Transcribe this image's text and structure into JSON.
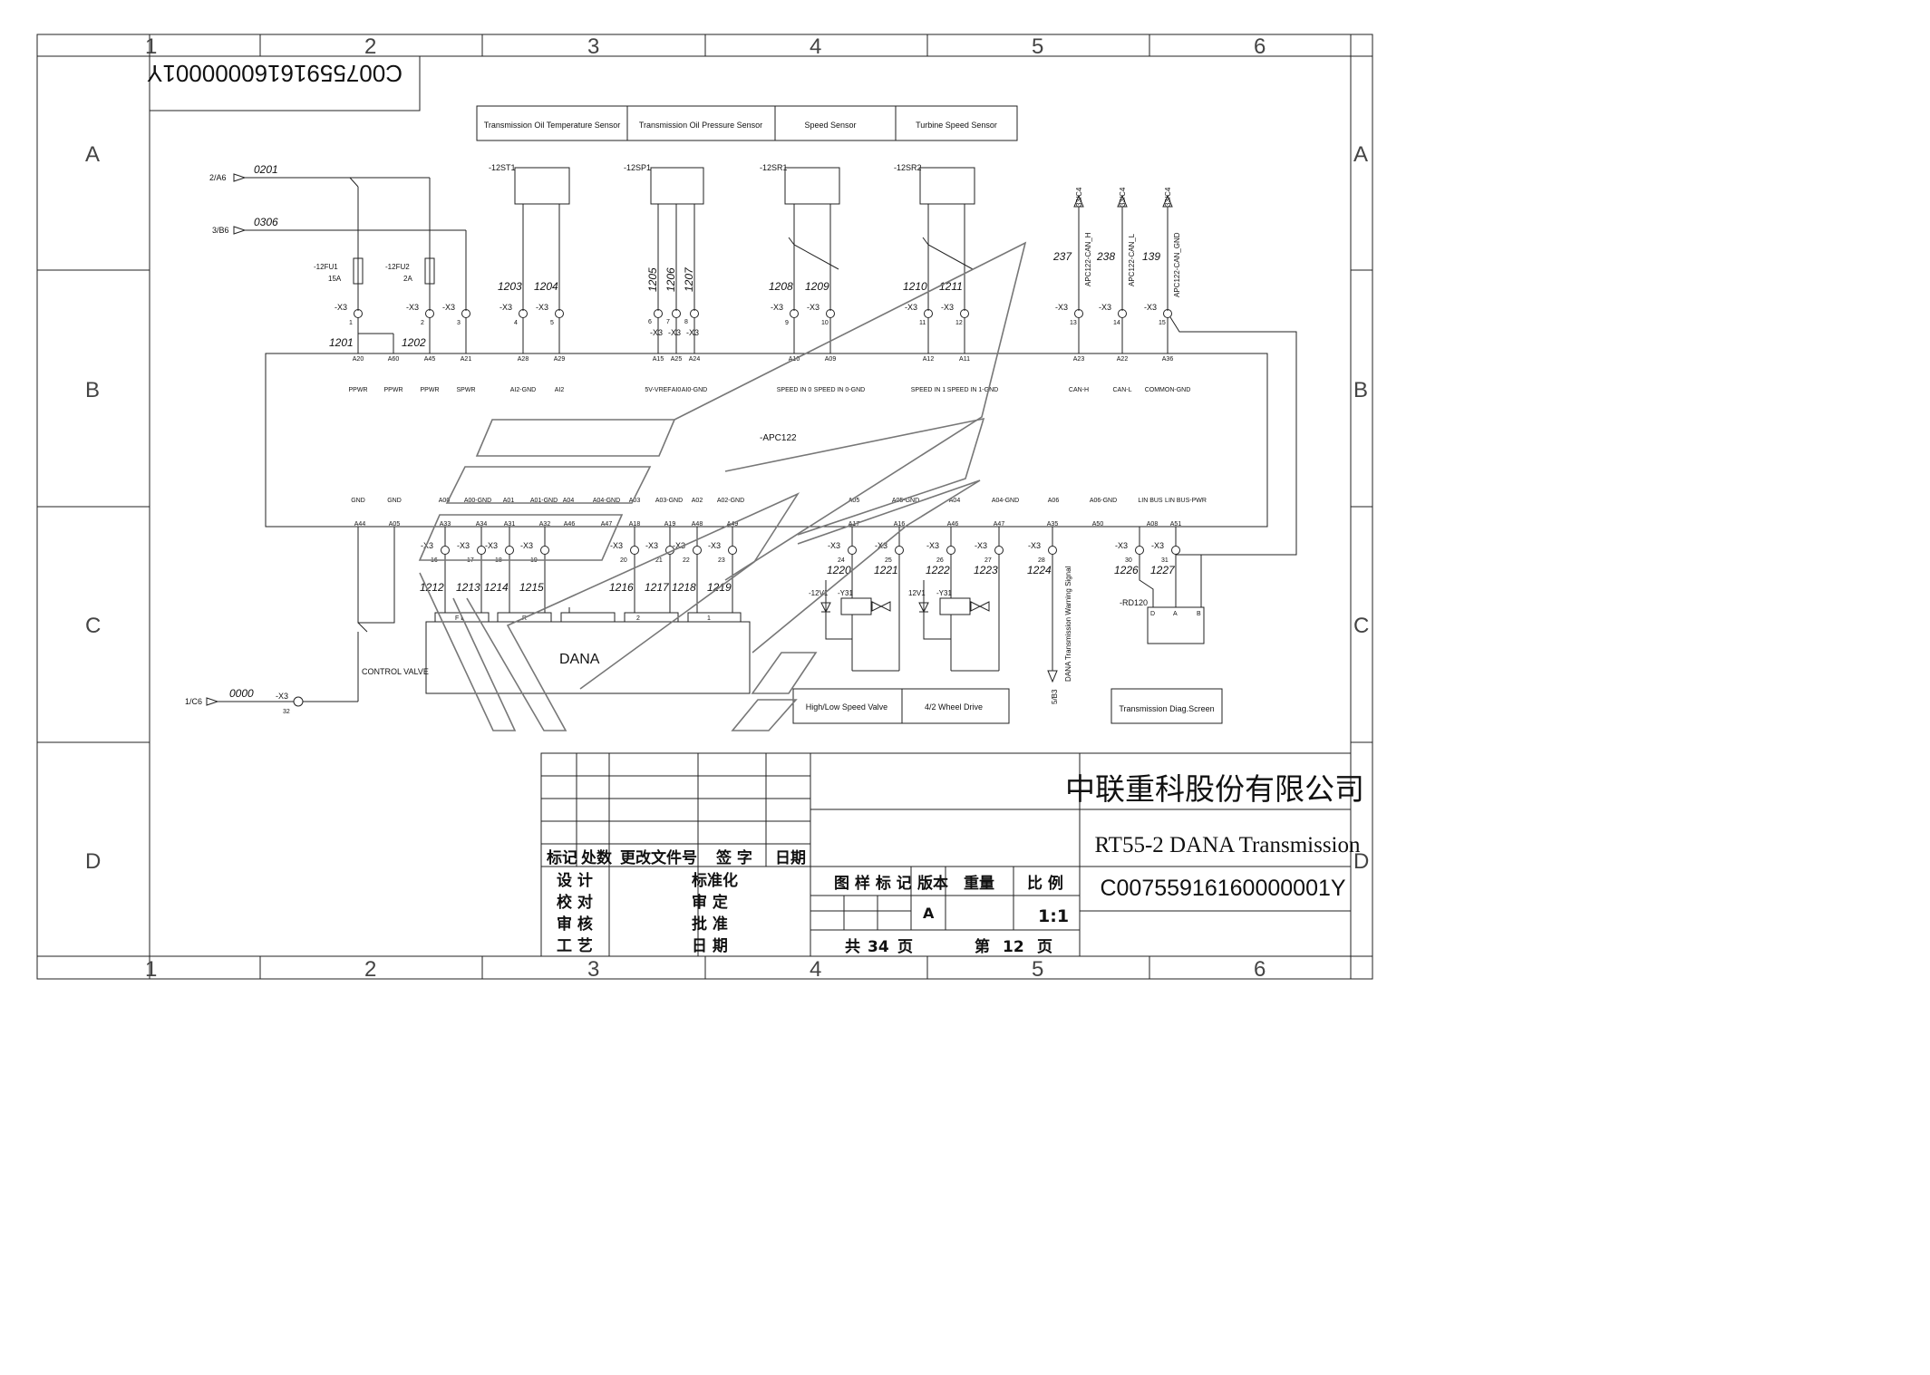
{
  "frame": {
    "columns": [
      "1",
      "2",
      "3",
      "4",
      "5",
      "6"
    ],
    "rows": [
      "A",
      "B",
      "C",
      "D"
    ]
  },
  "drawing_number_rotated": "C00755916160000001Y",
  "headers": [
    "Transmission Oil Temperature Sensor",
    "Transmission Oil Pressure Sensor",
    "Speed Sensor",
    "Turbine Speed Sensor"
  ],
  "supply": {
    "in1_ref": "2/A6",
    "in1_wire": "0201",
    "in2_ref": "3/B6",
    "in2_wire": "0306",
    "fuse1": "-12FU1",
    "fuse1_rating": "15A",
    "fuse2": "-12FU2",
    "fuse2_rating": "2A",
    "w1201": "1201",
    "w1202": "1202"
  },
  "components": {
    "st1": "-12ST1",
    "sp1": "-12SP1",
    "sr1": "-12SR1",
    "sr2": "-12SR2",
    "ecu": "-APC122",
    "rd120": "-RD120",
    "v1a": "-12V1",
    "v1b": "12V1",
    "y31": "-Y31"
  },
  "x3": "-X3",
  "top_terminals": [
    {
      "n": "1",
      "wire": "",
      "pin": "A20",
      "sig": "PPWR"
    },
    {
      "n": "",
      "wire": "",
      "pin": "A60",
      "sig": "PPWR"
    },
    {
      "n": "2",
      "wire": "",
      "pin": "A45",
      "sig": "PPWR"
    },
    {
      "n": "3",
      "wire": "",
      "pin": "A21",
      "sig": "SPWR"
    },
    {
      "n": "4",
      "wire": "1203",
      "pin": "A28",
      "sig": "AI2-GND"
    },
    {
      "n": "5",
      "wire": "1204",
      "pin": "A29",
      "sig": "AI2"
    },
    {
      "n": "6",
      "wire": "1205",
      "pin": "A15",
      "sig": "5V-VREF"
    },
    {
      "n": "7",
      "wire": "1206",
      "pin": "A25",
      "sig": "AI0"
    },
    {
      "n": "8",
      "wire": "1207",
      "pin": "A24",
      "sig": "AI0-GND"
    },
    {
      "n": "9",
      "wire": "1208",
      "pin": "A10",
      "sig": "SPEED IN 0"
    },
    {
      "n": "10",
      "wire": "1209",
      "pin": "A09",
      "sig": "SPEED IN 0-GND"
    },
    {
      "n": "11",
      "wire": "1210",
      "pin": "A12",
      "sig": "SPEED IN 1"
    },
    {
      "n": "12",
      "wire": "1211",
      "pin": "A11",
      "sig": "SPEED IN 1-GND"
    },
    {
      "n": "13",
      "wire": "237",
      "pin": "A23",
      "sig": "CAN-H"
    },
    {
      "n": "14",
      "wire": "238",
      "pin": "A22",
      "sig": "CAN-L"
    },
    {
      "n": "15",
      "wire": "139",
      "pin": "A36",
      "sig": "COMMON-GND"
    }
  ],
  "can": {
    "ref": "33/C4",
    "sig_h": "APC122-CAN_H",
    "sig_l": "APC122-CAN_L",
    "sig_gnd": "APC122-CAN_GND"
  },
  "bottom_signals": [
    "GND",
    "GND",
    "A00",
    "A00-GND",
    "A01",
    "A01-GND",
    "A04",
    "A04-GND",
    "A03",
    "A03-GND",
    "A02",
    "A02-GND",
    "A05",
    "A05-GND",
    "A04",
    "A04-GND",
    "A06",
    "A06-GND",
    "LIN BUS",
    "LIN BUS-PWR"
  ],
  "bottom_pins": [
    "A44",
    "A05",
    "A33",
    "A34",
    "A31",
    "A32",
    "A46",
    "A47",
    "A18",
    "A19",
    "A48",
    "A49",
    "A17",
    "A16",
    "A46",
    "A47",
    "A35",
    "A50",
    "A08",
    "A51"
  ],
  "bottom_terminals": [
    {
      "n": "16",
      "wire": "1212"
    },
    {
      "n": "17",
      "wire": "1213"
    },
    {
      "n": "18",
      "wire": "1214"
    },
    {
      "n": "19",
      "wire": "1215"
    },
    {
      "n": "20",
      "wire": "1216"
    },
    {
      "n": "21",
      "wire": "1217"
    },
    {
      "n": "22",
      "wire": "1218"
    },
    {
      "n": "23",
      "wire": "1219"
    },
    {
      "n": "24",
      "wire": "1220"
    },
    {
      "n": "25",
      "wire": "1221"
    },
    {
      "n": "26",
      "wire": "1222"
    },
    {
      "n": "27",
      "wire": "1223"
    },
    {
      "n": "28",
      "wire": "1224"
    },
    {
      "n": "30",
      "wire": "1226"
    },
    {
      "n": "31",
      "wire": "1227"
    }
  ],
  "valve": {
    "name": "DANA",
    "fl": "F L",
    "r": "R",
    "p2": "2",
    "p1": "1",
    "label": "CONTROL VALVE"
  },
  "ground": {
    "ref": "1/C6",
    "wire": "0000",
    "terminal": "32"
  },
  "warning": {
    "ref": "5/B3",
    "text": "DANA Transmission Warning Signal"
  },
  "rd_pins": [
    "D",
    "A",
    "B"
  ],
  "bottom_labels": [
    "High/Low Speed Valve",
    "4/2 Wheel Drive",
    "Transmission Diag.Screen"
  ],
  "title_block": {
    "company": "中联重科股份有限公司",
    "title": "RT55-2 DANA Transmission",
    "number": "C00755916160000001Y",
    "rev_headers": [
      "标记",
      "处数",
      "更改文件号",
      "签 字",
      "日期"
    ],
    "left_roles": [
      "设 计",
      "校 对",
      "审 核",
      "工 艺"
    ],
    "mid_roles": [
      "标准化",
      "审 定",
      "批 准",
      "日 期"
    ],
    "col_headers": [
      "图 样 标 记",
      "版本",
      "重量",
      "比 例"
    ],
    "version": "A",
    "scale": "1:1",
    "total_label": "共",
    "total_pages": "34",
    "page_unit": "页",
    "page_label": "第",
    "page_no": "12"
  }
}
